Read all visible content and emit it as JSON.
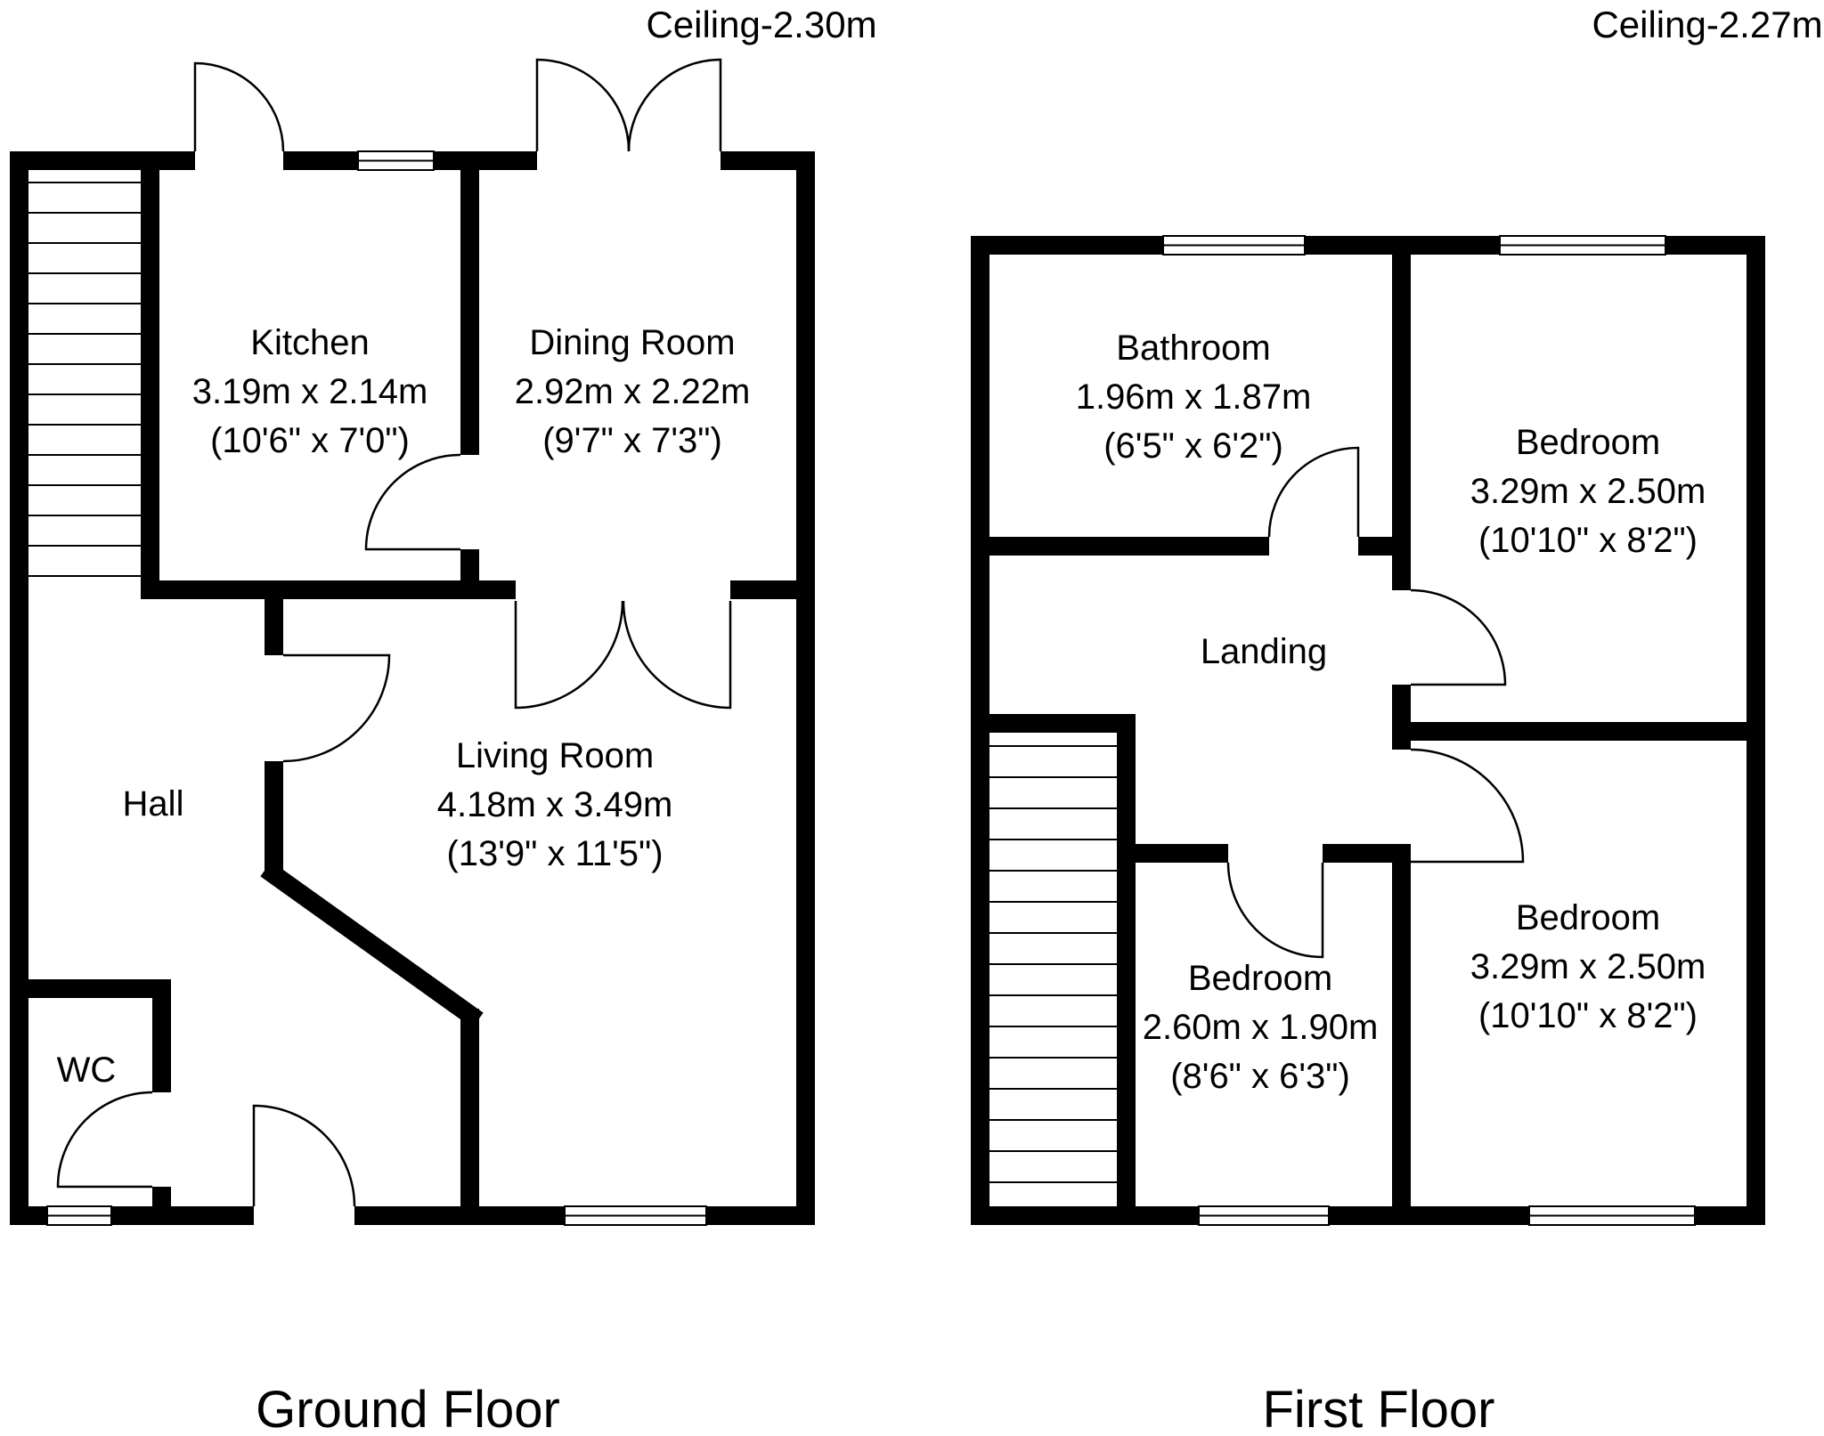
{
  "ground_floor": {
    "ceiling_label": "Ceiling-2.30m",
    "title": "Ground Floor",
    "rooms": {
      "kitchen": {
        "name": "Kitchen",
        "dims_m": "3.19m x 2.14m",
        "dims_ft": "(10'6\" x 7'0\")"
      },
      "dining_room": {
        "name": "Dining Room",
        "dims_m": "2.92m x 2.22m",
        "dims_ft": "(9'7\" x 7'3\")"
      },
      "living_room": {
        "name": "Living Room",
        "dims_m": "4.18m x 3.49m",
        "dims_ft": "(13'9\" x 11'5\")"
      },
      "hall": {
        "name": "Hall"
      },
      "wc": {
        "name": "WC"
      }
    }
  },
  "first_floor": {
    "ceiling_label": "Ceiling-2.27m",
    "title": "First Floor",
    "rooms": {
      "bathroom": {
        "name": "Bathroom",
        "dims_m": "1.96m x 1.87m",
        "dims_ft": "(6'5\" x 6'2\")"
      },
      "bedroom_rear": {
        "name": "Bedroom",
        "dims_m": "3.29m x 2.50m",
        "dims_ft": "(10'10\" x 8'2\")"
      },
      "bedroom_front": {
        "name": "Bedroom",
        "dims_m": "3.29m x 2.50m",
        "dims_ft": "(10'10\" x 8'2\")"
      },
      "bedroom_small": {
        "name": "Bedroom",
        "dims_m": "2.60m x 1.90m",
        "dims_ft": "(8'6\" x 6'3\")"
      },
      "landing": {
        "name": "Landing"
      }
    }
  },
  "colors": {
    "wall": "#000000",
    "background": "#ffffff",
    "text": "#000000"
  }
}
